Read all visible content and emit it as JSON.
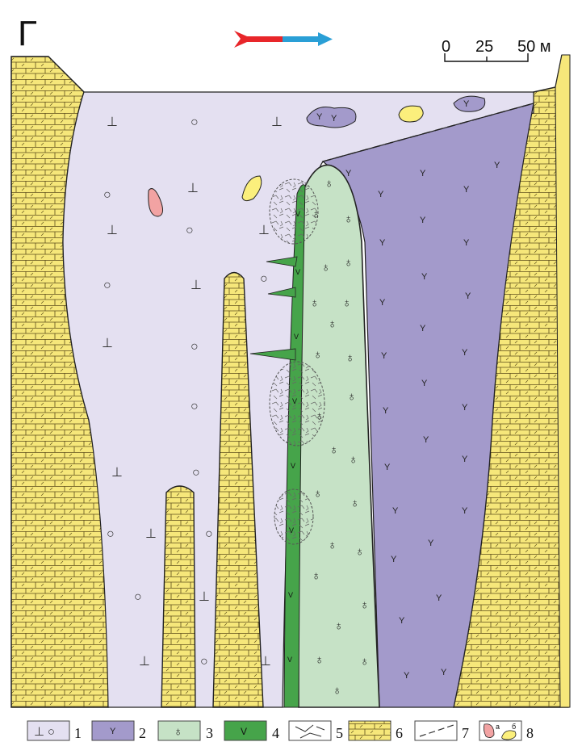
{
  "figure": {
    "letter": "Г",
    "scale": {
      "ticks": [
        "0",
        "25",
        "50 м"
      ]
    },
    "direction_arrow": {
      "colors": [
        "#e8262a",
        "#2a9fd6"
      ]
    }
  },
  "colors": {
    "lavender_fill": "#e4e0f1",
    "purple_fill": "#a39acb",
    "light_green_fill": "#c6e2c6",
    "dark_green_fill": "#46a44a",
    "limestone_fill": "#f6e77a",
    "pink_inclusion": "#f2a3a3",
    "yellow_inclusion": "#fbef7c"
  },
  "symbols": {
    "unit1": [
      "⊥",
      "○"
    ],
    "unit2": "Y",
    "unit3": "♁",
    "unit4": "V"
  },
  "legend": {
    "items": [
      {
        "num": "1",
        "symbol": "⊥ ○",
        "fill": "#e4e0f1"
      },
      {
        "num": "2",
        "symbol": "Y",
        "fill": "#a39acb"
      },
      {
        "num": "3",
        "symbol": "♁",
        "fill": "#c6e2c6"
      },
      {
        "num": "4",
        "symbol": "V",
        "fill": "#46a44a"
      },
      {
        "num": "5",
        "symbol": "",
        "fill": "#ffffff"
      },
      {
        "num": "6",
        "symbol": "",
        "fill": "#f6e77a"
      },
      {
        "num": "7",
        "symbol": "",
        "fill": "#ffffff"
      },
      {
        "num": "8",
        "symbol": "",
        "fill": "#ffffff",
        "sub": [
          "а",
          "б"
        ]
      }
    ]
  }
}
